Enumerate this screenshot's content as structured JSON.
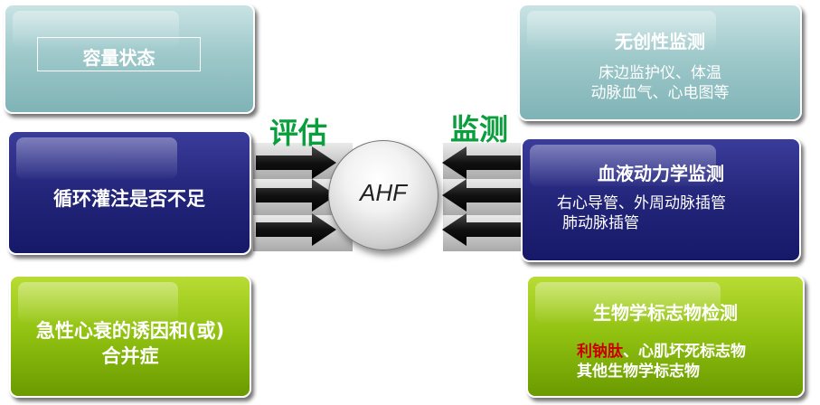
{
  "center": {
    "label": "AHF"
  },
  "verbs": {
    "left": "评估",
    "right": "监测"
  },
  "left_boxes": [
    {
      "title": "容量状态",
      "color": "#9fc9cb"
    },
    {
      "title": "循环灌注是否不足",
      "color": "#23257a"
    },
    {
      "title_line1": "急性心衰的诱因和(或)",
      "title_line2": "合并症",
      "color": "#8fc010"
    }
  ],
  "right_boxes": [
    {
      "title": "无创性监测",
      "detail_line1": "床边监护仪、体温",
      "detail_line2": "动脉血气、心电图等",
      "color": "#9fc9cb"
    },
    {
      "title": "血液动力学监测",
      "detail_line1": "右心导管、外周动脉插管",
      "detail_line2": "肺动脉插管",
      "color": "#23257a"
    },
    {
      "title": "生物学标志物检测",
      "detail_highlight": "利钠肽",
      "detail_line1_rest": "、心肌坏死标志物",
      "detail_line2": "其他生物学标志物",
      "color": "#8fc010",
      "highlight_color": "#cc0000"
    }
  ],
  "colors": {
    "verb": "#0a9e3c",
    "arrow": "#111111"
  }
}
